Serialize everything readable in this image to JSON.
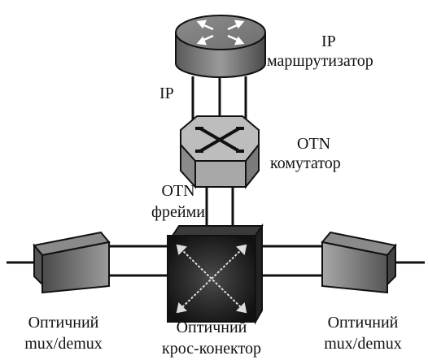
{
  "labels": {
    "router_ip": "IP",
    "router_name": "маршрутизатор",
    "link_ip": "IP",
    "switch_otn": "OTN",
    "switch_name": "комутатор",
    "frames_otn": "OTN",
    "frames_name": "фрейми",
    "left_mux_1": "Оптичний",
    "left_mux_2": "mux/demux",
    "center_cc_1": "Оптичний",
    "center_cc_2": "крос-конектор",
    "right_mux_1": "Оптичний",
    "right_mux_2": "mux/demux"
  }
}
